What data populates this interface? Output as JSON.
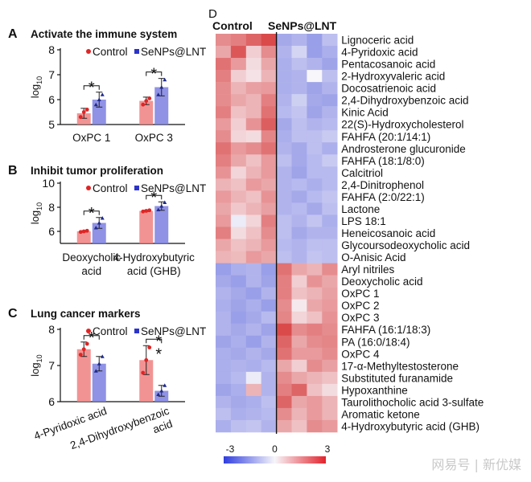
{
  "panels": [
    {
      "letter": "A",
      "title": "Activate the immune system",
      "chart_data": {
        "type": "bar",
        "ylabel": "log10",
        "ylim": [
          5,
          8
        ],
        "yticks": [
          5,
          6,
          7,
          8
        ],
        "categories": [
          "OxPC 1",
          "OxPC 3"
        ],
        "series": [
          {
            "name": "Control",
            "color": "#f08080",
            "values": [
              5.45,
              5.95
            ],
            "err": [
              0.2,
              0.15
            ],
            "points": [
              [
                5.3,
                5.5,
                5.6
              ],
              [
                5.8,
                5.95,
                6.05
              ]
            ]
          },
          {
            "name": "SeNPs@LNT",
            "color": "#7b7fe0",
            "values": [
              6.0,
              6.5
            ],
            "err": [
              0.3,
              0.35
            ],
            "points": [
              [
                5.8,
                6.0,
                6.2
              ],
              [
                6.2,
                6.5,
                6.8
              ]
            ]
          }
        ],
        "significance": [
          "*",
          "*"
        ]
      }
    },
    {
      "letter": "B",
      "title": "Inhibit tumor proliferation",
      "chart_data": {
        "type": "bar",
        "ylabel": "log10",
        "ylim": [
          5,
          10
        ],
        "yticks": [
          6,
          8,
          10
        ],
        "categories": [
          "Deoxycholic\nacid",
          "4-Hydroxybutyric\nacid (GHB)"
        ],
        "series": [
          {
            "name": "Control",
            "color": "#f08080",
            "values": [
              6.0,
              7.7
            ],
            "err": [
              0.05,
              0.05
            ],
            "points": [
              [
                5.95,
                6.0,
                6.05
              ],
              [
                7.65,
                7.7,
                7.75
              ]
            ]
          },
          {
            "name": "SeNPs@LNT",
            "color": "#7b7fe0",
            "values": [
              6.7,
              8.1
            ],
            "err": [
              0.45,
              0.35
            ],
            "points": [
              [
                6.3,
                6.7,
                7.1
              ],
              [
                7.8,
                8.1,
                8.4
              ]
            ]
          }
        ],
        "significance": [
          "*",
          "*"
        ]
      }
    },
    {
      "letter": "C",
      "title": "Lung cancer markers",
      "chart_data": {
        "type": "bar",
        "ylabel": "log10",
        "ylim": [
          6,
          8
        ],
        "yticks": [
          6,
          7,
          8
        ],
        "categories": [
          "4-Pyridoxic acid",
          "2,4-Dihydroxybenzoic\nacid"
        ],
        "series": [
          {
            "name": "Control",
            "color": "#f08080",
            "values": [
              7.45,
              7.15
            ],
            "err": [
              0.2,
              0.4
            ],
            "points": [
              [
                7.3,
                7.45,
                7.6
              ],
              [
                6.8,
                7.15,
                7.5
              ]
            ]
          },
          {
            "name": "SeNPs@LNT",
            "color": "#7b7fe0",
            "values": [
              7.05,
              6.3
            ],
            "err": [
              0.2,
              0.15
            ],
            "points": [
              [
                6.85,
                7.05,
                7.25
              ],
              [
                6.2,
                6.3,
                6.45
              ]
            ]
          }
        ],
        "significance": [
          "*",
          "**"
        ]
      }
    }
  ],
  "heatmap": {
    "letter": "D",
    "group_control": "Control",
    "group_treated": "SeNPs@LNT",
    "colorbar_ticks": [
      "-3",
      "0",
      "3"
    ],
    "chart_data": {
      "type": "heatmap",
      "rows": [
        "Lignoceric acid",
        "4-Pyridoxic acid",
        "Pentacosanoic acid",
        "2-Hydroxyvaleric acid",
        "Docosatrienoic acid",
        "2,4-Dihydroxybenzoic acid",
        "Kinic Acid",
        "22(S)-Hydroxycholesterol",
        "FAHFA (20:1/14:1)",
        "Androsterone glucuronide",
        "FAHFA (18:1/8:0)",
        "Calcitriol",
        "2,4-Dinitrophenol",
        "FAHFA (2:0/22:1)",
        "Lactone",
        "LPS 18:1",
        "Heneicosanoic acid",
        "Glycoursodeoxycholic acid",
        "O-Anisic Acid",
        "Aryl nitriles",
        "Deoxycholic acid",
        "OxPC 1",
        "OxPC 2",
        "OxPC 3",
        "FAHFA (16:1/18:3)",
        "PA (16:0/18:4)",
        "OxPC 4",
        "17-α-Methyltestosterone",
        "Substituted furanamide",
        "Hypoxanthine",
        "Taurolithocholic acid 3-sulfate",
        "Aromatic ketone",
        "4-Hydroxybutyric acid (GHB)"
      ],
      "columns": 8,
      "control_columns": 4,
      "scale": [
        -3,
        3
      ],
      "values": [
        [
          1.6,
          1.8,
          2.2,
          2.6,
          -1.4,
          -1.2,
          -1.6,
          -1.0
        ],
        [
          1.2,
          2.4,
          0.6,
          1.6,
          -1.2,
          -0.6,
          -1.6,
          -1.3
        ],
        [
          2.0,
          1.4,
          0.4,
          1.2,
          -1.3,
          -1.0,
          -1.2,
          -1.5
        ],
        [
          1.8,
          0.6,
          0.3,
          1.0,
          -1.3,
          -1.2,
          0.0,
          -1.0
        ],
        [
          1.6,
          1.0,
          1.3,
          1.4,
          -1.3,
          -1.2,
          -1.5,
          -1.2
        ],
        [
          1.6,
          1.2,
          1.0,
          1.8,
          -1.2,
          -0.7,
          -1.4,
          -1.5
        ],
        [
          1.8,
          0.8,
          1.0,
          2.0,
          -1.1,
          -0.9,
          -1.5,
          -1.2
        ],
        [
          1.4,
          0.6,
          1.5,
          2.3,
          -1.4,
          -1.0,
          -1.2,
          -1.1
        ],
        [
          1.6,
          0.5,
          0.4,
          1.7,
          -1.3,
          -1.0,
          -1.0,
          -0.8
        ],
        [
          2.0,
          1.4,
          1.6,
          2.0,
          -1.2,
          -1.4,
          -1.0,
          -1.3
        ],
        [
          1.8,
          1.2,
          0.8,
          1.4,
          -1.0,
          -1.4,
          -1.1,
          -0.8
        ],
        [
          1.5,
          0.5,
          1.0,
          1.4,
          -1.2,
          -1.5,
          -1.1,
          -1.1
        ],
        [
          1.0,
          0.8,
          1.4,
          1.2,
          -1.2,
          -1.1,
          -1.3,
          -1.1
        ],
        [
          1.4,
          1.0,
          0.8,
          1.5,
          -1.2,
          -1.4,
          -1.1,
          -0.9
        ],
        [
          1.2,
          0.7,
          1.0,
          1.3,
          -1.2,
          -1.1,
          -1.4,
          -1.0
        ],
        [
          1.4,
          -0.2,
          0.5,
          1.8,
          -1.0,
          -1.2,
          -0.9,
          -1.3
        ],
        [
          1.8,
          0.4,
          0.8,
          1.6,
          -1.0,
          -1.4,
          -1.2,
          -1.2
        ],
        [
          1.2,
          0.8,
          1.0,
          1.4,
          -1.1,
          -1.2,
          -1.0,
          -1.0
        ],
        [
          1.0,
          0.9,
          1.4,
          1.2,
          -1.0,
          -1.2,
          -0.9,
          -1.0
        ],
        [
          -1.6,
          -1.3,
          -1.2,
          -1.6,
          2.0,
          1.2,
          1.0,
          1.6
        ],
        [
          -1.4,
          -1.6,
          -1.2,
          -1.5,
          1.8,
          0.6,
          1.5,
          1.2
        ],
        [
          -1.2,
          -1.4,
          -1.6,
          -1.2,
          1.8,
          0.8,
          1.0,
          1.3
        ],
        [
          -1.3,
          -1.5,
          -1.3,
          -1.6,
          1.6,
          0.2,
          1.2,
          1.4
        ],
        [
          -1.2,
          -1.6,
          -1.4,
          -1.1,
          1.7,
          0.5,
          0.8,
          1.5
        ],
        [
          -1.2,
          -1.4,
          -1.2,
          -1.5,
          2.6,
          1.6,
          1.8,
          1.6
        ],
        [
          -1.5,
          -1.3,
          -1.6,
          -1.2,
          2.2,
          1.2,
          1.6,
          1.7
        ],
        [
          -1.3,
          -1.4,
          -1.2,
          -1.4,
          2.0,
          1.4,
          1.4,
          1.6
        ],
        [
          -1.3,
          -1.2,
          -1.3,
          -1.1,
          1.2,
          0.6,
          1.6,
          1.3
        ],
        [
          -1.3,
          -1.1,
          -0.2,
          -1.2,
          1.6,
          1.2,
          1.0,
          0.8
        ],
        [
          -1.5,
          -1.3,
          1.0,
          -1.2,
          1.8,
          2.2,
          0.8,
          0.4
        ],
        [
          -1.2,
          -1.4,
          -1.3,
          -1.0,
          2.2,
          1.2,
          1.4,
          1.0
        ],
        [
          -1.0,
          -1.3,
          -1.2,
          -1.1,
          1.6,
          1.0,
          1.4,
          1.0
        ],
        [
          -1.3,
          -1.0,
          -0.9,
          -1.2,
          1.2,
          0.8,
          1.6,
          1.4
        ]
      ]
    }
  },
  "watermark": "网易号 | 新优媒"
}
